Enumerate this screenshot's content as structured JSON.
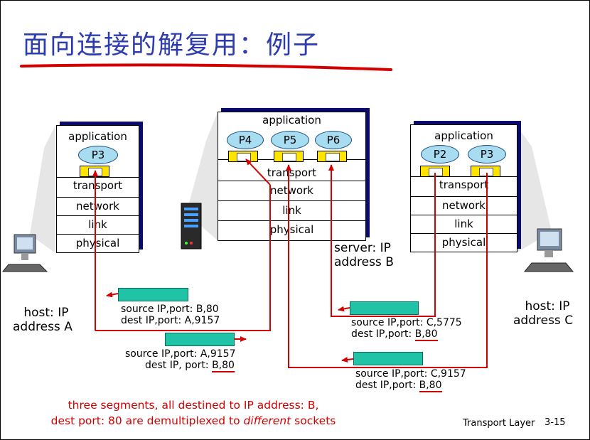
{
  "title": "面向连接的解复用：例子",
  "layers": {
    "application": "application",
    "transport": "transport",
    "network": "network",
    "link": "link",
    "physical": "physical"
  },
  "host_a": {
    "processes": [
      "P3"
    ],
    "label_line1": "host: IP",
    "label_line2": "address A"
  },
  "server": {
    "processes": [
      "P4",
      "P5",
      "P6"
    ],
    "label_line1": "server: IP",
    "label_line2": "address B"
  },
  "host_c": {
    "processes": [
      "P2",
      "P3"
    ],
    "label_line1": "host: IP",
    "label_line2": "address C"
  },
  "segments": [
    {
      "source_label": "source IP,port: ",
      "source_value": "B,80",
      "dest_label": "dest IP,port: ",
      "dest_value": "A,9157"
    },
    {
      "source_label": "source IP,port: ",
      "source_value": "A,9157",
      "dest_label": "dest IP, port: ",
      "dest_value": "B,80"
    },
    {
      "source_label": "source IP,port: ",
      "source_value": "C,5775",
      "dest_label": "dest IP,port: ",
      "dest_value": "B,80"
    },
    {
      "source_label": "source IP,port: ",
      "source_value": "C,9157",
      "dest_label": "dest IP,port: ",
      "dest_value": "B,80"
    }
  ],
  "note_line1": "three segments, all destined to IP address: B,",
  "note_line2_pre": "dest port: 80 are demultiplexed to ",
  "note_line2_em": "different",
  "note_line2_post": " sockets",
  "footer_title": "Transport Layer",
  "page_number": "3-15",
  "colors": {
    "title": "#2c3bb0",
    "arrow": "#d40000",
    "segment": "#20c3a5",
    "socket": "#ffe400",
    "process": "#a8dcf0",
    "stack_shadow": "#0b0b6e"
  }
}
